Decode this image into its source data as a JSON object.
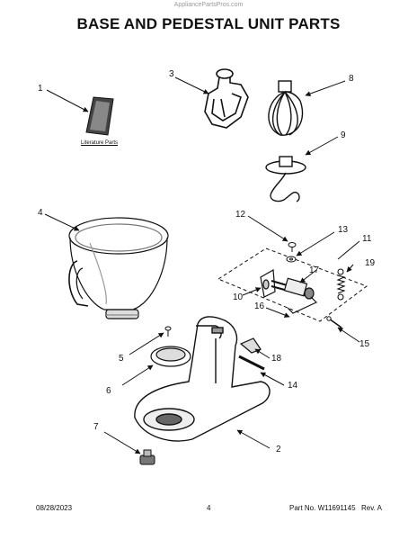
{
  "watermark": "AppliancePartsPros.com",
  "title": "BASE AND PEDESTAL UNIT PARTS",
  "literature_label": "Literature Parts",
  "callouts": {
    "c1": "1",
    "c2": "2",
    "c3": "3",
    "c4": "4",
    "c5": "5",
    "c6": "6",
    "c7": "7",
    "c8": "8",
    "c9": "9",
    "c10": "10",
    "c11": "11",
    "c12": "12",
    "c13": "13",
    "c14": "14",
    "c15": "15",
    "c16": "16",
    "c17": "17",
    "c18": "18",
    "c19": "19"
  },
  "footer": {
    "date": "08/28/2023",
    "page": "4",
    "part": "Part No. W11691145",
    "rev": "Rev. A"
  }
}
